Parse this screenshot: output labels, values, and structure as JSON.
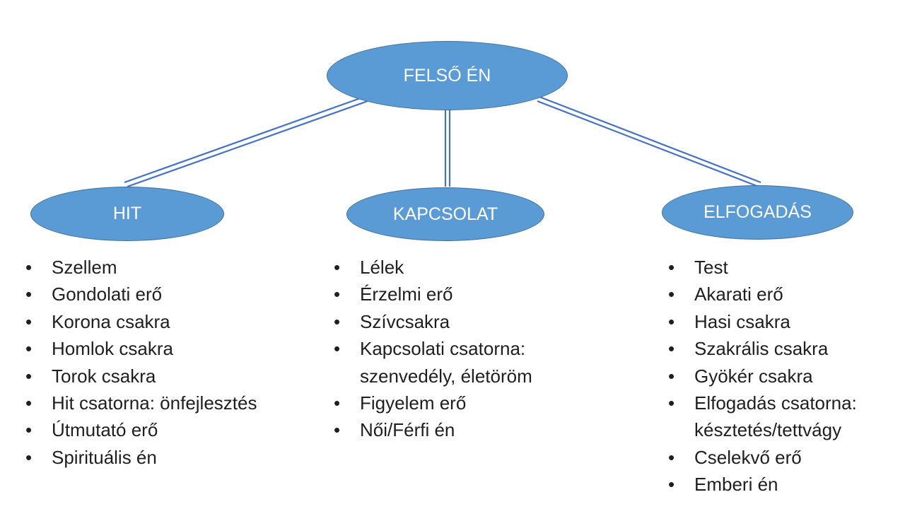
{
  "top_node": {
    "label": "FELSŐ ÉN"
  },
  "branches": [
    {
      "label": "HIT",
      "items": [
        "Szellem",
        "Gondolati erő",
        "Korona csakra",
        "Homlok csakra",
        "Torok csakra",
        "Hit csatorna: önfejlesztés",
        "Útmutató erő",
        "Spirituális én"
      ]
    },
    {
      "label": "KAPCSOLAT",
      "items": [
        "Lélek",
        "Érzelmi erő",
        "Szívcsakra",
        "Kapcsolati csatorna:",
        "szenvedély, életöröm",
        "Figyelem erő",
        "Női/Férfi én"
      ]
    },
    {
      "label": "ELFOGADÁS",
      "items": [
        "Test",
        "Akarati erő",
        "Hasi csakra",
        "Szakrális csakra",
        "Gyökér csakra",
        "Elfogadás csatorna:",
        "késztetés/tettvágy",
        "Cselekvő erő",
        "Emberi én"
      ]
    }
  ],
  "colors": {
    "node_fill": "#5b9bd5",
    "node_border": "#41719c",
    "connector": "#4472c4",
    "text": "#1f1f1f"
  }
}
